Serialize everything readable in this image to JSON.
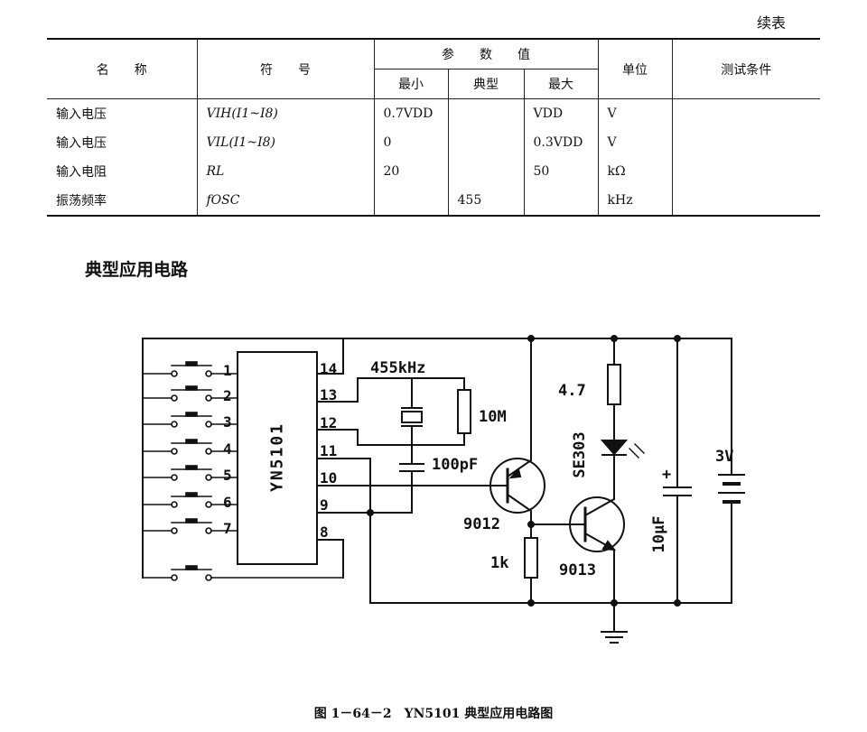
{
  "continued": "续表",
  "table": {
    "headers": {
      "name": "名　　称",
      "symbol": "符　　号",
      "param_group": "参　　数　　值",
      "min": "最小",
      "typ": "典型",
      "max": "最大",
      "unit": "单位",
      "cond": "测试条件"
    },
    "rows": [
      {
        "name": "输入电压",
        "symbol": "VIH(I1~I8)",
        "min": "0.7VDD",
        "typ": "",
        "max": "VDD",
        "unit": "V",
        "cond": ""
      },
      {
        "name": "输入电压",
        "symbol": "VIL(I1~I8)",
        "min": "0",
        "typ": "",
        "max": "0.3VDD",
        "unit": "V",
        "cond": ""
      },
      {
        "name": "输入电阻",
        "symbol": "RL",
        "min": "20",
        "typ": "",
        "max": "50",
        "unit": "kΩ",
        "cond": ""
      },
      {
        "name": "振荡频率",
        "symbol": "fOSC",
        "min": "",
        "typ": "455",
        "max": "",
        "unit": "kHz",
        "cond": ""
      }
    ]
  },
  "section_title": "典型应用电路",
  "circuit": {
    "ic_label": "YN5101",
    "pins_left": [
      "1",
      "2",
      "3",
      "4",
      "5",
      "6",
      "7"
    ],
    "pins_right": [
      "14",
      "13",
      "12",
      "11",
      "10",
      "9",
      "8"
    ],
    "crystal": "455kHz",
    "r_osc": "10M",
    "c_osc": "100pF",
    "r_led": "4.7",
    "led": "SE303",
    "q1": "9012",
    "q2": "9013",
    "r_base": "1k",
    "cap": "10μF",
    "battery": "3V",
    "plus": "+"
  },
  "caption": "图 1－64－2　YN5101 典型应用电路图"
}
